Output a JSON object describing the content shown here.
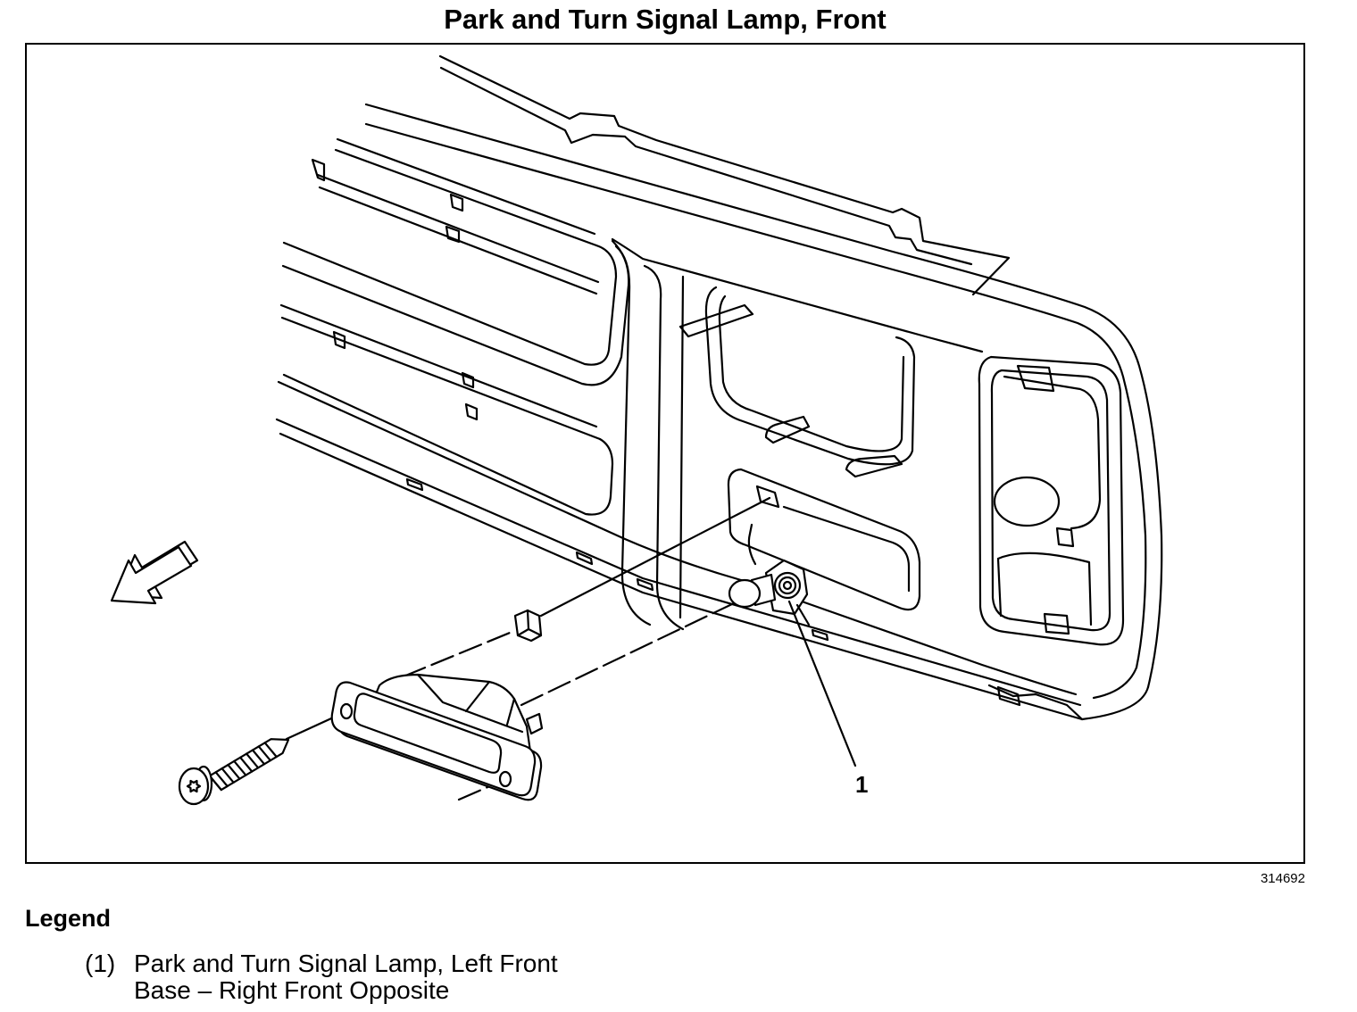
{
  "title": "Park and Turn Signal Lamp, Front",
  "figure": {
    "id": "314692",
    "callouts": [
      {
        "label": "1"
      }
    ]
  },
  "icons": {
    "direction_arrow": "arrow-down-left-icon"
  },
  "legend": {
    "heading": "Legend",
    "items": [
      {
        "number": "(1)",
        "lines": [
          "Park and Turn Signal Lamp, Left Front",
          "Base – Right Front Opposite"
        ]
      }
    ]
  },
  "colors": {
    "ink": "#000000",
    "paper": "#ffffff"
  }
}
